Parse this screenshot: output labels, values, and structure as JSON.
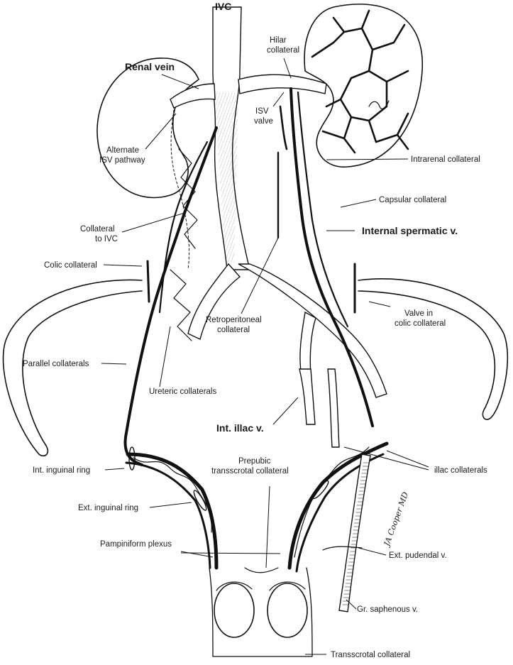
{
  "figure": {
    "signature": "JA Cooper MD",
    "labels": {
      "ivc": "IVC",
      "renal_vein": "Renal vein",
      "hilar_collateral": "Hilar\ncollateral",
      "isv_valve": "ISV\nvalve",
      "alternate_isv_pathway": "Alternate\nISV pathway",
      "intrarenal_collateral": "Intrarenal collateral",
      "capsular_collateral": "Capsular collateral",
      "internal_spermatic_v": "Internal spermatic v.",
      "collateral_to_ivc": "Collateral\nto IVC",
      "colic_collateral": "Colic collateral",
      "valve_in_colic_collateral": "Valve in\ncolic collateral",
      "retroperitoneal_collateral": "Retroperitoneal\ncollateral",
      "parallel_collaterals": "Parallel collaterals",
      "ureteric_collaterals": "Ureteric collaterals",
      "int_illac_v": "Int. illac v.",
      "int_inguinal_ring": "Int. inguinal ring",
      "prepubic_transscrotal_collateral": "Prepubic\ntransscrotal collateral",
      "illac_collaterals": "illac collaterals",
      "ext_inguinal_ring": "Ext. inguinal ring",
      "pampiniform_plexus": "Pampiniform plexus",
      "ext_pudendal_v": "Ext. pudendal v.",
      "gr_saphenous_v": "Gr. saphenous v.",
      "transscrotal_collateral": "Transscrotal collateral"
    }
  }
}
